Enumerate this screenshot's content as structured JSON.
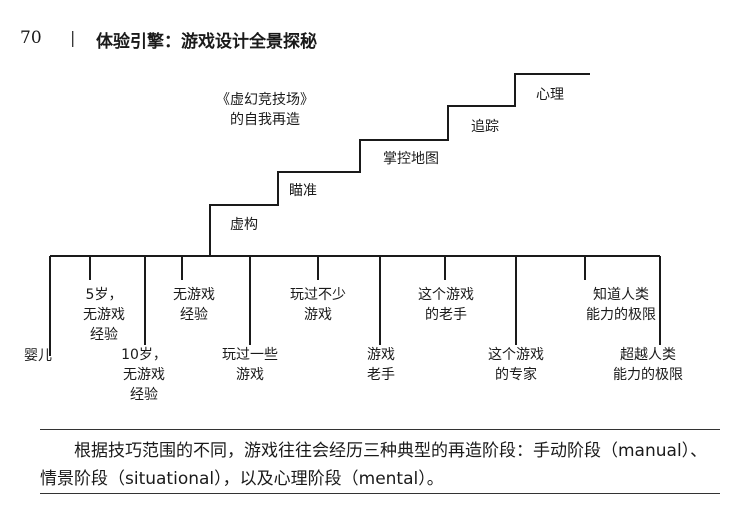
{
  "header": {
    "page_number": "70",
    "separator": "|",
    "book_title": "体验引擎：游戏设计全景探秘"
  },
  "figure": {
    "game_label": "《虚幻竞技场》\n的自我再造",
    "steps": [
      "虚构",
      "瞄准",
      "掌控地图",
      "追踪",
      "心理"
    ],
    "top_labels": [
      "5岁，\n无游戏\n经验",
      "无游戏\n经验",
      "玩过不少\n游戏",
      "这个游戏\n的老手",
      "知道人类\n能力的极限"
    ],
    "bottom_labels": [
      "婴儿",
      "10岁，\n无游戏\n经验",
      "玩过一些\n游戏",
      "游戏\n老手",
      "这个游戏\n的专家",
      "超越人类\n能力的极限"
    ]
  },
  "caption": {
    "text": "根据技巧范围的不同，游戏往往会经历三种典型的再造阶段：手动阶段（manual）、情景阶段（situational），以及心理阶段（mental）。"
  },
  "colors": {
    "ink": "#1a1a1a",
    "bleed": "#cfcfcf"
  }
}
